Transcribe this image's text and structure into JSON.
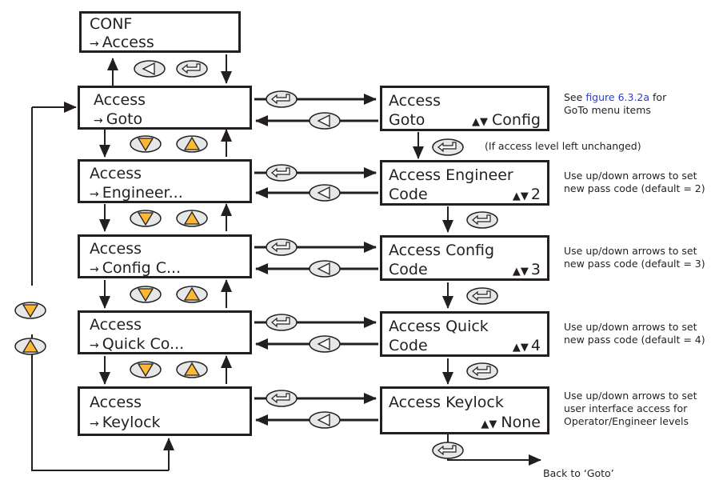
{
  "colors": {
    "line": "#231f20",
    "button_fill": "#e6e7e8",
    "arrow_fill": "#fdb933",
    "link": "#2b3bd6"
  },
  "left_boxes": [
    {
      "line1": "CONF",
      "line2": "Access"
    },
    {
      "line1": "Access",
      "line2": "Goto"
    },
    {
      "line1": "Access",
      "line2": "Engineer..."
    },
    {
      "line1": "Access",
      "line2": "Config C..."
    },
    {
      "line1": "Access",
      "line2": "Quick Co..."
    },
    {
      "line1": "Access",
      "line2": "Keylock"
    }
  ],
  "right_boxes": [
    {
      "line1": "Access",
      "line2": "Goto",
      "value": "Config"
    },
    {
      "line1": "Access Engineer",
      "line2": "Code",
      "value": "2"
    },
    {
      "line1": "Access Config",
      "line2": "Code",
      "value": "3"
    },
    {
      "line1": "Access Quick",
      "line2": "Code",
      "value": "4"
    },
    {
      "line1": "Access Keylock",
      "line2": "",
      "value": "None"
    }
  ],
  "notes": {
    "goto_see": "See",
    "goto_link": "figure 6.3.2a",
    "goto_for": "for",
    "goto_line2": "GoTo menu items",
    "unchanged": "(If access level left unchanged)",
    "engineer": [
      "Use up/down arrows to set",
      "new pass code (default = 2)"
    ],
    "config": [
      "Use up/down arrows to set",
      "new pass code (default = 3)"
    ],
    "quick": [
      "Use up/down arrows to set",
      "new pass code (default = 4)"
    ],
    "keylock": [
      "Use up/down arrows to set",
      "user interface access for",
      "Operator/Engineer levels"
    ],
    "back": "Back to ‘Goto’"
  },
  "icons": {
    "enter": "enter-key-icon",
    "page": "page-left-key-icon",
    "up": "up-arrow-key-icon",
    "down": "down-arrow-key-icon",
    "updown": "up-down-value-icon"
  }
}
